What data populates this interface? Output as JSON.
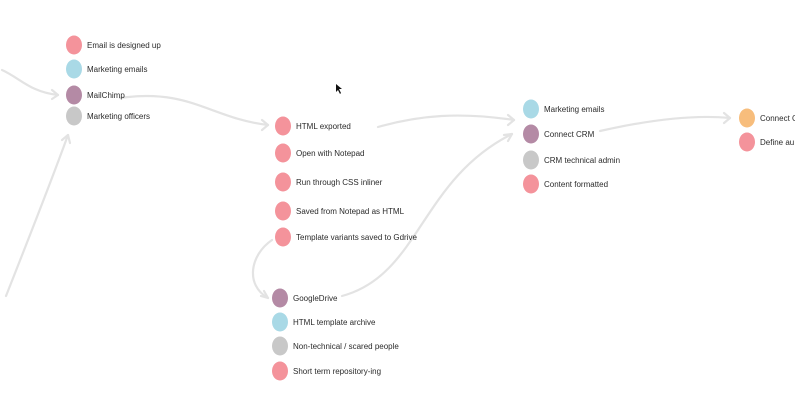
{
  "colors": {
    "pink": "#f4939b",
    "blue": "#a9d9e6",
    "purple": "#b48aa5",
    "gray": "#c8c8c8",
    "orange": "#f7bd7c",
    "connector": "#e3e3e3"
  },
  "groups": {
    "email_design": {
      "items": [
        {
          "label": "Email is designed up",
          "color": "pink"
        },
        {
          "label": "Marketing emails",
          "color": "blue"
        },
        {
          "label": "MailChimp",
          "color": "purple"
        },
        {
          "label": "Marketing officers",
          "color": "gray"
        }
      ]
    },
    "html_export": {
      "items": [
        {
          "label": "HTML exported",
          "color": "pink"
        },
        {
          "label": "Open with Notepad",
          "color": "pink"
        },
        {
          "label": "Run through CSS inliner",
          "color": "pink"
        },
        {
          "label": "Saved from Notepad as HTML",
          "color": "pink"
        },
        {
          "label": "Template variants saved to Gdrive",
          "color": "pink"
        }
      ]
    },
    "google_drive": {
      "items": [
        {
          "label": "GoogleDrive",
          "color": "purple"
        },
        {
          "label": "HTML template archive",
          "color": "blue"
        },
        {
          "label": "Non-technical / scared people",
          "color": "gray"
        },
        {
          "label": "Short term repository-ing",
          "color": "pink"
        }
      ]
    },
    "crm": {
      "items": [
        {
          "label": "Marketing emails",
          "color": "blue"
        },
        {
          "label": "Connect CRM",
          "color": "purple"
        },
        {
          "label": "CRM technical admin",
          "color": "gray"
        },
        {
          "label": "Content formatted",
          "color": "pink"
        }
      ]
    },
    "next_step": {
      "items": [
        {
          "label": "Connect Cl",
          "color": "orange"
        },
        {
          "label": "Define au",
          "color": "pink"
        }
      ]
    }
  },
  "icons": {
    "cursor": "cursor-arrow-icon"
  }
}
